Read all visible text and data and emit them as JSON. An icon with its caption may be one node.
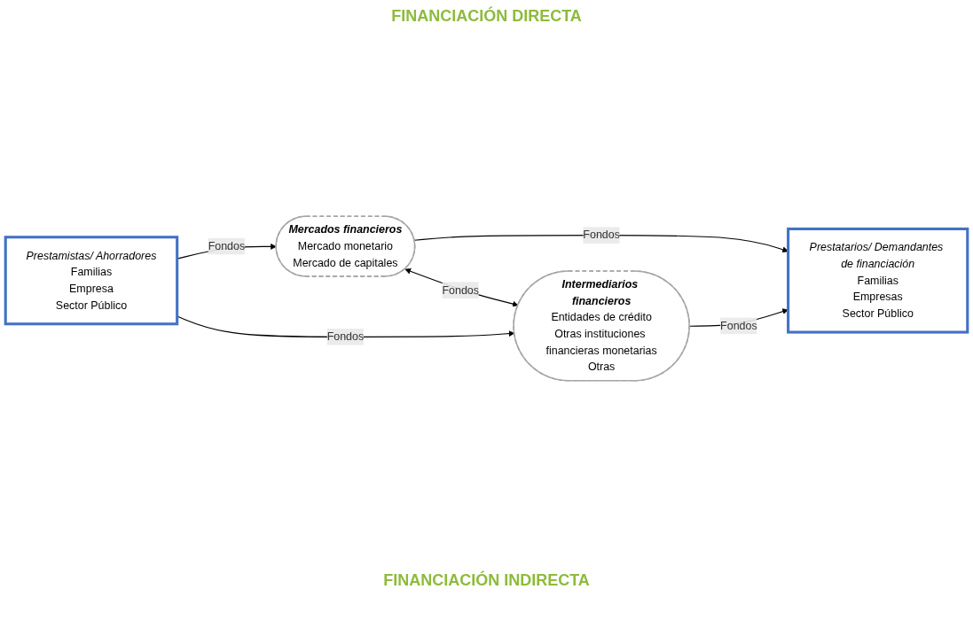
{
  "diagram": {
    "title": "FINANCIACIÓN DIRECTA",
    "nodes": [
      {
        "text": [
          "Prestamistas/ Ahorradores",
          "Familias",
          "Empresa",
          "Sector Público"
        ]
      },
      {
        "text": [
          "Mercados financieros",
          "Mercado monetario",
          "Mercado de capitales"
        ]
      },
      {
        "text": [
          "Prestatarios/ Demandantes de financiación",
          "Familias",
          "Empresas",
          "Sector Público"
        ]
      },
      {
        "text": [
          "Intermediarios financieros",
          "Entidades de crédito",
          "Otras instituciones financieras monetarias",
          "Otras"
        ]
      }
    ],
    "edges": [
      {
        "from": 0,
        "to": 1,
        "arrow": "to",
        "label": "Fondos"
      },
      {
        "from": 1,
        "to": 2,
        "arrow": "to",
        "label": "Fondos"
      },
      {
        "from": 1,
        "to": 3,
        "arrow": "both",
        "label": "Fondos"
      },
      {
        "from": 0,
        "to": 3,
        "arrow": "to",
        "label": "Fondos"
      },
      {
        "from": 3,
        "to": 2,
        "arrow": "to",
        "label": "Fondos"
      }
    ],
    "labels": [
      "FINANCIACIÓN INDIRECTA"
    ]
  }
}
